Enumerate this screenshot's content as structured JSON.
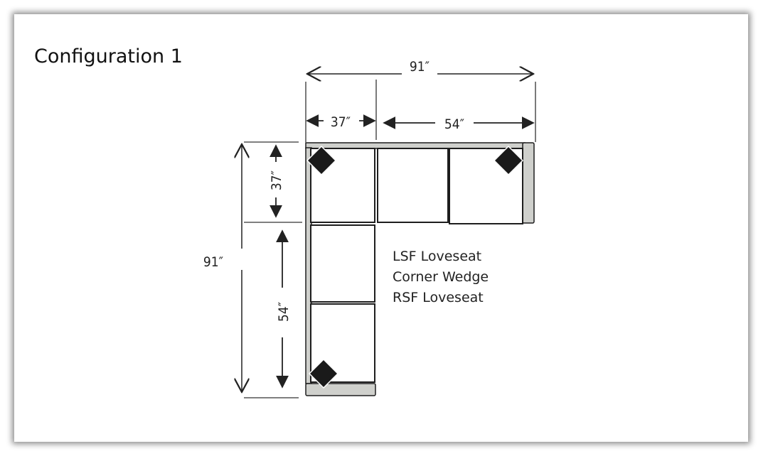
{
  "title": "Configuration 1",
  "dimensions": {
    "overall_width": "91″",
    "overall_depth": "91″",
    "corner_width": "37″",
    "loveseat_width": "54″",
    "corner_depth": "37″",
    "loveseat_depth": "54″"
  },
  "components": [
    "LSF Loveseat",
    "Corner Wedge",
    "RSF Loveseat"
  ],
  "colors": {
    "arm": "#cfd0cc",
    "outline": "#1e1e1e",
    "marker": "#1a1a1a"
  }
}
